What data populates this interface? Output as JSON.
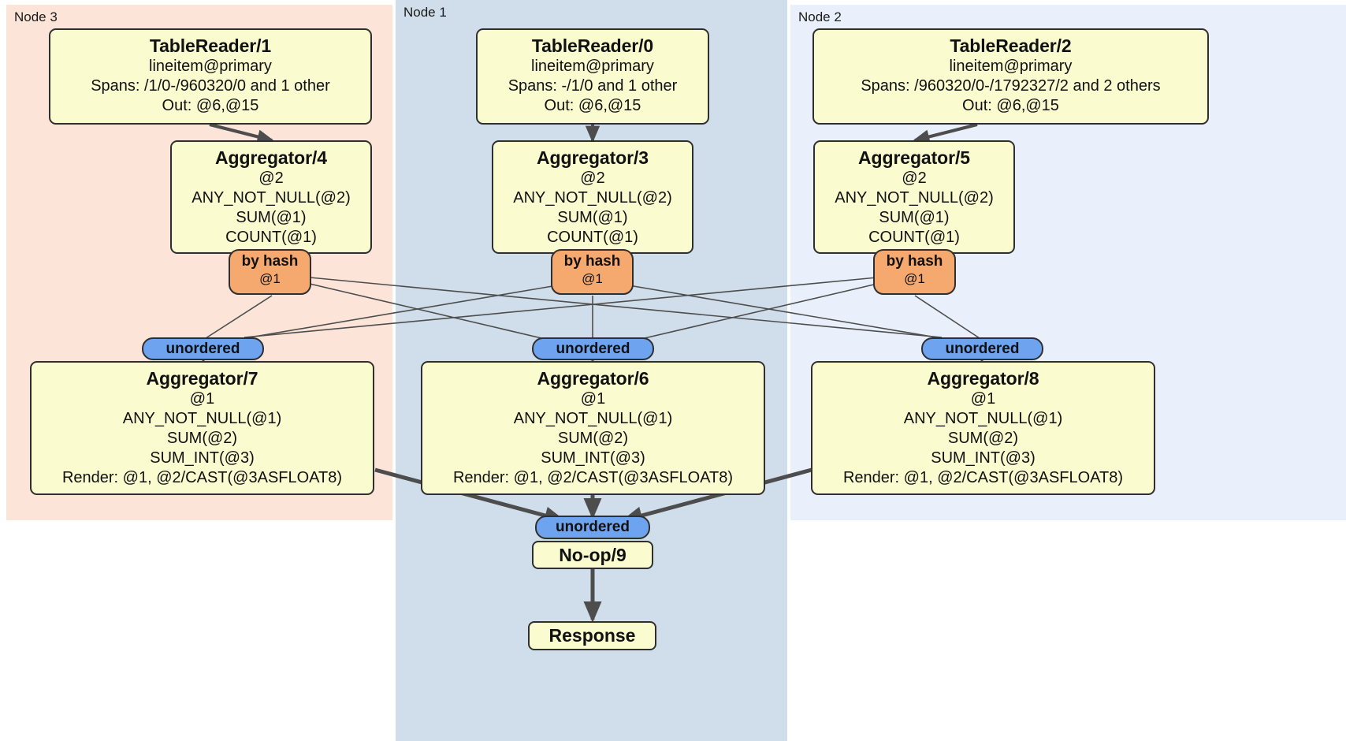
{
  "diagram": {
    "kind": "distributed-query-plan",
    "colors": {
      "node3_panel": "#fce5d8",
      "node1_panel": "#cfdeea",
      "node2_panel": "#eaf0fb",
      "processor_box": "#fbfbd0",
      "hash_router": "#f6a96e",
      "unordered_sync": "#6ea3f0",
      "stroke": "#2f2f2f",
      "thick_edge": "#4d4d4d"
    },
    "panels": [
      {
        "id": "node3",
        "label": "Node 3"
      },
      {
        "id": "node1",
        "label": "Node 1"
      },
      {
        "id": "node2",
        "label": "Node 2"
      }
    ]
  },
  "processors": {
    "table_reader_1": {
      "title": "TableReader/1",
      "lines": [
        "lineitem@primary",
        "Spans: /1/0-/960320/0 and 1 other",
        "Out: @6,@15"
      ]
    },
    "table_reader_0": {
      "title": "TableReader/0",
      "lines": [
        "lineitem@primary",
        "Spans: -/1/0 and 1 other",
        "Out: @6,@15"
      ]
    },
    "table_reader_2": {
      "title": "TableReader/2",
      "lines": [
        "lineitem@primary",
        "Spans: /960320/0-/1792327/2 and 2 others",
        "Out: @6,@15"
      ]
    },
    "aggregator_4": {
      "title": "Aggregator/4",
      "lines": [
        "@2",
        "ANY_NOT_NULL(@2)",
        "SUM(@1)",
        "COUNT(@1)"
      ]
    },
    "aggregator_3": {
      "title": "Aggregator/3",
      "lines": [
        "@2",
        "ANY_NOT_NULL(@2)",
        "SUM(@1)",
        "COUNT(@1)"
      ]
    },
    "aggregator_5": {
      "title": "Aggregator/5",
      "lines": [
        "@2",
        "ANY_NOT_NULL(@2)",
        "SUM(@1)",
        "COUNT(@1)"
      ]
    },
    "aggregator_7": {
      "title": "Aggregator/7",
      "lines": [
        "@1",
        "ANY_NOT_NULL(@1)",
        "SUM(@2)",
        "SUM_INT(@3)",
        "Render: @1, @2/CAST(@3ASFLOAT8)"
      ]
    },
    "aggregator_6": {
      "title": "Aggregator/6",
      "lines": [
        "@1",
        "ANY_NOT_NULL(@1)",
        "SUM(@2)",
        "SUM_INT(@3)",
        "Render: @1, @2/CAST(@3ASFLOAT8)"
      ]
    },
    "aggregator_8": {
      "title": "Aggregator/8",
      "lines": [
        "@1",
        "ANY_NOT_NULL(@1)",
        "SUM(@2)",
        "SUM_INT(@3)",
        "Render: @1, @2/CAST(@3ASFLOAT8)"
      ]
    },
    "noop_9": {
      "title": "No-op/9"
    },
    "response": {
      "title": "Response"
    }
  },
  "routers": {
    "hash_left": {
      "type": "by hash",
      "column": "@1"
    },
    "hash_mid": {
      "type": "by hash",
      "column": "@1"
    },
    "hash_right": {
      "type": "by hash",
      "column": "@1"
    }
  },
  "synchronizers": {
    "unordered_left": {
      "label": "unordered"
    },
    "unordered_mid": {
      "label": "unordered"
    },
    "unordered_right": {
      "label": "unordered"
    },
    "unordered_final": {
      "label": "unordered"
    }
  }
}
